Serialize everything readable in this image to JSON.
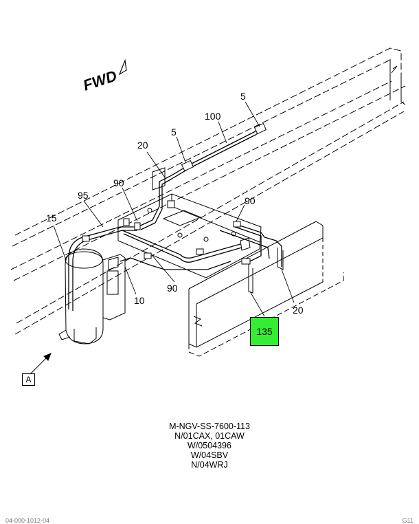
{
  "diagram": {
    "direction_label": "FWD",
    "view_label": "A",
    "callouts": {
      "c5_top": "5",
      "c100": "100",
      "c5_mid": "5",
      "c20_top": "20",
      "c90_left": "90",
      "c95": "95",
      "c90_right": "90",
      "c15": "15",
      "c10": "10",
      "c90_bottom": "90",
      "c20_right": "20",
      "c135": "135"
    },
    "highlight_color": "#33ee33"
  },
  "notes": {
    "line1": "M-NGV-SS-7600-113",
    "line2": "N/01CAX, 01CAW",
    "line3": "W/0504396",
    "line4": "W/04SBV",
    "line5": "N/04WRJ"
  },
  "footer": {
    "left": "04-000-1012-04",
    "right": "G11"
  }
}
